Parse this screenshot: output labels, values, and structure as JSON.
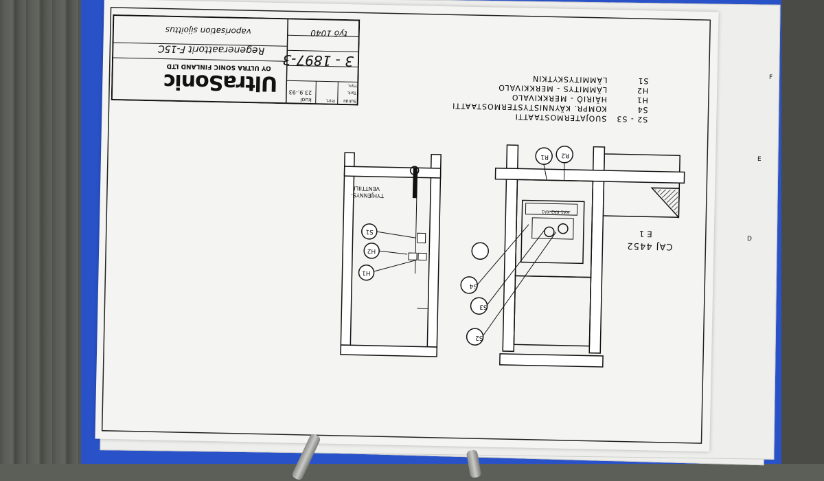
{
  "title_block": {
    "company_name": "UltraSonic",
    "company_full": "OY ULTRA SONIC FINLAND LTD",
    "drawing_title": "Regeneraattorit F-15C",
    "drawing_subtitle": "vaporisation sijoittus",
    "drawing_number": "3 - 1897-3",
    "work_number": "työ 1040",
    "date": "23.9.-93",
    "initials": "kuol",
    "row_labels": [
      "Suhde",
      "Piirt.",
      "Tark.",
      "Hyv."
    ]
  },
  "legend": [
    {
      "code": "S2 - S3",
      "text": "SUOJATERMOSTAATTI"
    },
    {
      "code": "S4",
      "text": "KOMPR. KÄYNNISTYSTERMOSTAATTI"
    },
    {
      "code": "H1",
      "text": "HÄIRIÖ - MERKKIVALO"
    },
    {
      "code": "H2",
      "text": "LÄMMITYS - MERKKIVALO"
    },
    {
      "code": "S1",
      "text": "LÄMMITYSKYTKIN"
    }
  ],
  "unit_label": "CAJ 4452",
  "unit_sub": "E 1",
  "valve_label": [
    "TYHJENNYS-",
    "VENTTIILI"
  ],
  "callouts": {
    "r1": "R1",
    "r2": "R2",
    "s1": "S1",
    "s2": "S2",
    "s3": "S3",
    "s4": "S4",
    "h1": "H1",
    "h2": "H2"
  },
  "panel_small_labels": [
    "KA1",
    "KA2",
    "KA1"
  ],
  "margin_letters": [
    "F",
    "E",
    "D"
  ],
  "colors": {
    "paper": "#f4f4f2",
    "ink": "#111111",
    "board": "#2a52c8"
  }
}
